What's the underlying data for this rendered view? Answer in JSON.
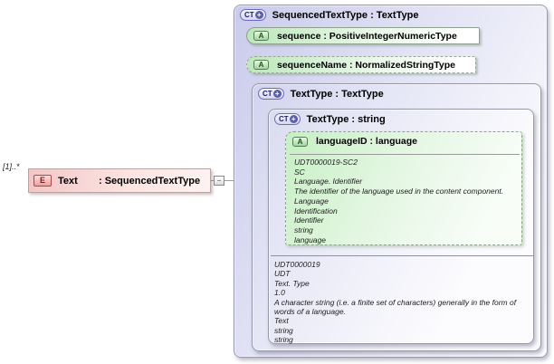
{
  "icons": {
    "plus": "+",
    "minus": "−"
  },
  "colors": {
    "element_fill": "#f3c6c6",
    "attribute_fill": "#bce8ba",
    "complextype_fill": "#c9cbeb",
    "connector": "#9b9bb3"
  },
  "element": {
    "cardinality": "[1]..*",
    "badge": "E",
    "name": "Text",
    "type": ": SequencedTextType"
  },
  "root": {
    "badge": "CT",
    "title": "SequencedTextType : TextType",
    "attributes": [
      {
        "badge": "A",
        "label": "sequence : PositiveIntegerNumericType"
      },
      {
        "badge": "A",
        "label": "sequenceName : NormalizedStringType"
      }
    ],
    "text_type": {
      "badge": "CT",
      "title": "TextType : TextType",
      "inner": {
        "badge": "CT",
        "title": "TextType : string",
        "language_attr": {
          "badge": "A",
          "label": "languageID : language",
          "doc": [
            "UDT0000019-SC2",
            "SC",
            "Language. Identifier",
            "The identifier of the language used in the content component.",
            "Language",
            "Identification",
            "Identifier",
            "string",
            "language"
          ]
        },
        "doc": [
          "UDT0000019",
          "UDT",
          "Text. Type",
          "1.0",
          "A character string (i.e. a finite set of characters) generally in the form of words of a language.",
          "Text",
          "string",
          "string"
        ]
      }
    }
  }
}
